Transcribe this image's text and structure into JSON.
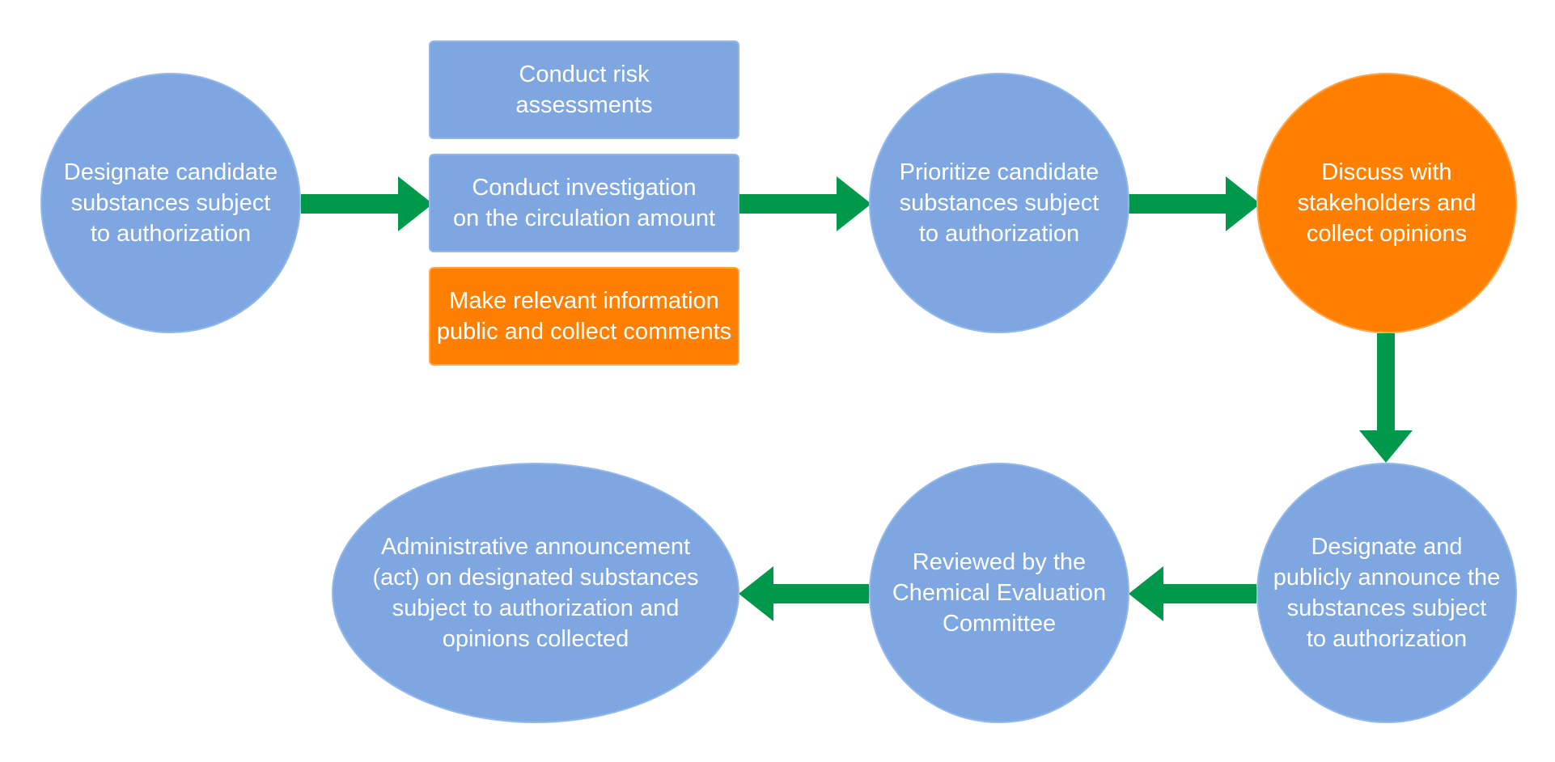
{
  "colors": {
    "node_blue": "#7ea6e0",
    "node_orange": "#ff8000",
    "arrow_green": "#00994c",
    "text": "#ffffff"
  },
  "nodes": {
    "designate_candidate": "Designate candidate\nsubstances subject\nto authorization",
    "risk_assessments": "Conduct risk\nassessments",
    "investigation": "Conduct investigation\non the circulation amount",
    "make_public": "Make relevant information\npublic and collect comments",
    "prioritize": "Prioritize candidate\nsubstances subject\nto authorization",
    "discuss": "Discuss with\nstakeholders and\ncollect opinions",
    "designate_announce": "Designate and\npublicly announce the\nsubstances subject\nto authorization",
    "reviewed": "Reviewed by the\nChemical Evaluation\nCommittee",
    "administrative": "Administrative announcement\n(act) on designated substances\nsubject to authorization and\nopinions collected"
  }
}
